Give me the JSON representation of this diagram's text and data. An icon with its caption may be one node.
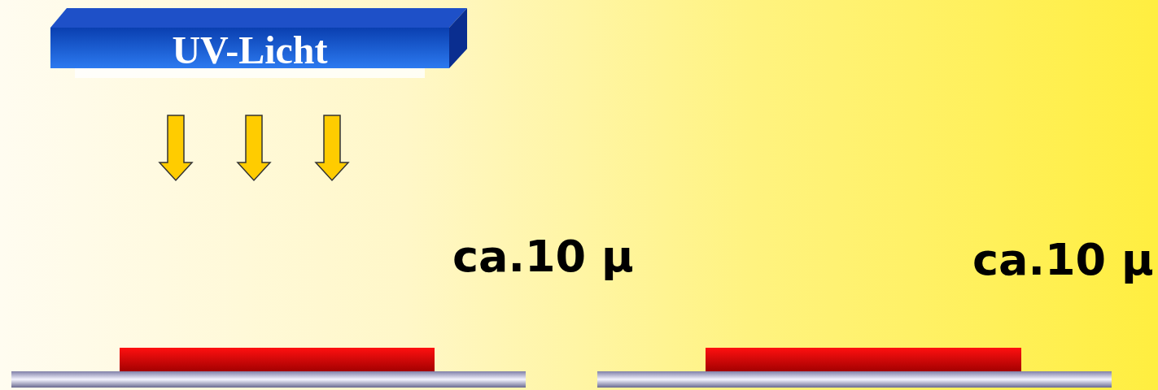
{
  "diagram": {
    "nodes": [
      {
        "text": [
          "UV-Licht"
        ]
      }
    ],
    "labels": [
      "ca.10 µ",
      "ca.10 µ"
    ]
  }
}
